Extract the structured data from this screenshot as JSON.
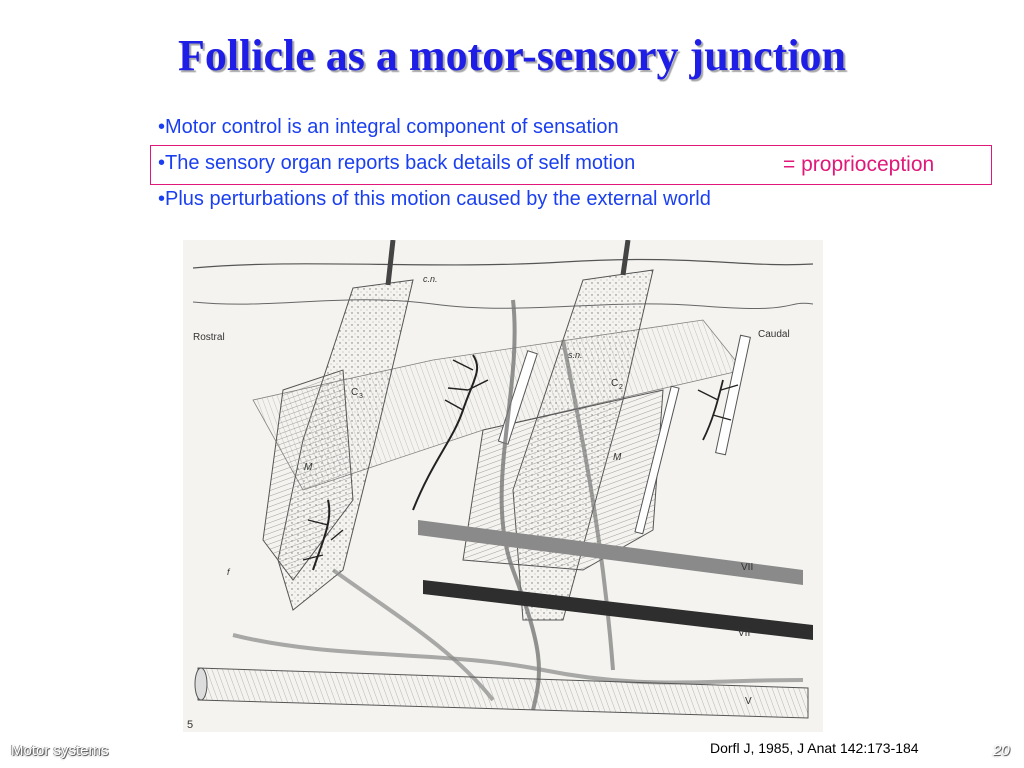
{
  "slide": {
    "title": "Follicle as a motor-sensory junction",
    "bullets": [
      "•Motor control is an integral component of sensation",
      "•The sensory organ reports back details of self motion",
      "•Plus perturbations of this motion caused by the external world"
    ],
    "highlight_annotation": "= proprioception",
    "figure": {
      "labels": {
        "rostral": "Rostral",
        "caudal": "Caudal",
        "cn": "c.n.",
        "sn": "s.n.",
        "c3": "C",
        "c3_sub": "3",
        "c2": "C",
        "c2_sub": "2",
        "m_left": "M",
        "m_right": "M",
        "f": "f",
        "vii_upper": "VII",
        "vii_lower": "VII",
        "v": "V",
        "panel_number": "5"
      }
    },
    "citation": "Dorfl J, 1985, J Anat 142:173-184",
    "footer_label": "Motor systems",
    "page_number": "20"
  },
  "colors": {
    "title": "#1e1ee6",
    "bullet_text": "#1a3ff0",
    "highlight": "#e0187a"
  }
}
